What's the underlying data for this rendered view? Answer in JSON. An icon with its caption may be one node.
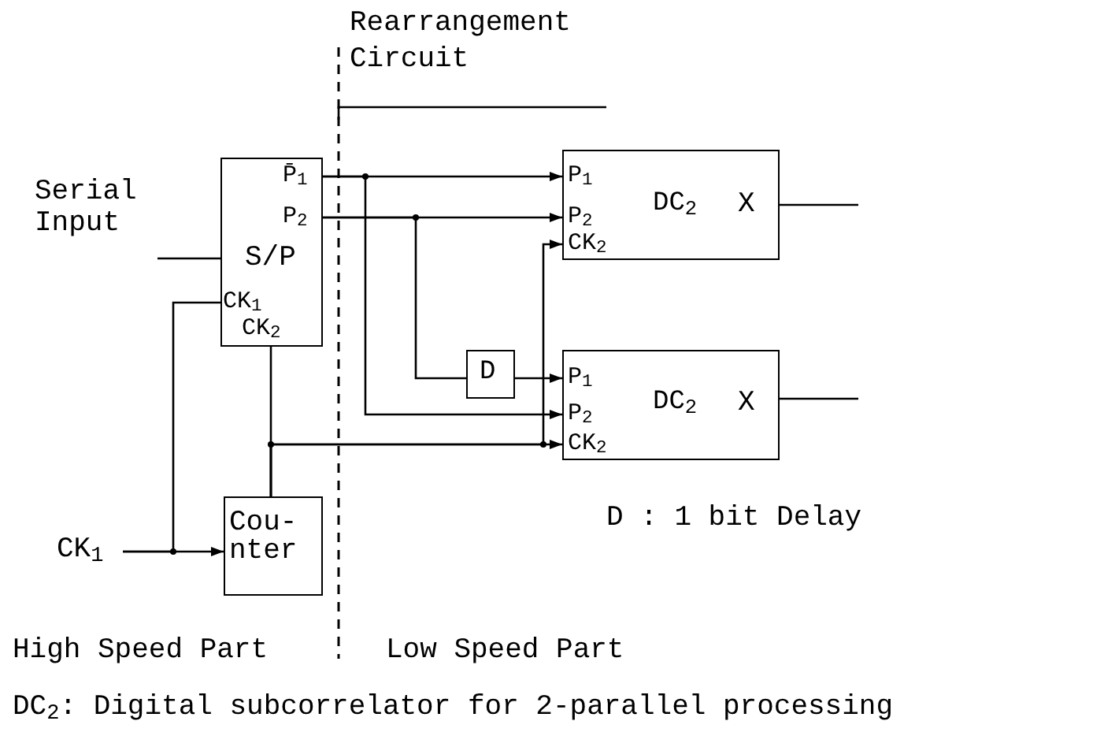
{
  "diagram": {
    "caption": "DC$_{2}$: Digital subcorrelator for 2-parallel processing",
    "nodes": [
      {
        "text": [
          "Serial Input"
        ]
      },
      {
        "text": [
          "P̄$_{1}$",
          "P$_{2}$",
          "S/P",
          "CK$_{1}$",
          "CK$_{2}$"
        ]
      },
      {
        "text": [
          "Cou- nter"
        ]
      },
      {
        "text": [
          "CK$_{1}$"
        ]
      },
      {
        "text": [
          "D"
        ]
      },
      {
        "text": [
          "P$_{1}$",
          "P$_{2}$",
          "CK$_{2}$",
          "DC$_{2}$",
          "X"
        ]
      },
      {
        "text": [
          "P$_{1}$",
          "P$_{2}$",
          "CK$_{2}$",
          "DC$_{2}$",
          "X"
        ]
      }
    ],
    "edges": [
      {
        "from": 0,
        "to": 1,
        "arrow": "none"
      },
      {
        "from": 1,
        "to": 5,
        "arrow": "to"
      },
      {
        "from": 1,
        "to": 6,
        "arrow": "to"
      },
      {
        "from": 1,
        "to": 5,
        "arrow": "to"
      },
      {
        "from": 1,
        "to": 4,
        "arrow": "none"
      },
      {
        "from": 4,
        "to": 6,
        "arrow": "to"
      },
      {
        "from": 2,
        "to": 1,
        "arrow": "none"
      },
      {
        "from": 2,
        "to": 5,
        "arrow": "to"
      },
      {
        "from": 2,
        "to": 6,
        "arrow": "to"
      },
      {
        "from": 3,
        "to": 2,
        "arrow": "to"
      },
      {
        "from": 3,
        "to": 1,
        "arrow": "none"
      },
      {
        "from": 5,
        "to": null,
        "arrow": "none"
      },
      {
        "from": 6,
        "to": null,
        "arrow": "none"
      }
    ],
    "labels": [
      "Rearrangement Circuit",
      "D : 1 bit Delay",
      "High Speed Part",
      "Low Speed Part"
    ]
  }
}
